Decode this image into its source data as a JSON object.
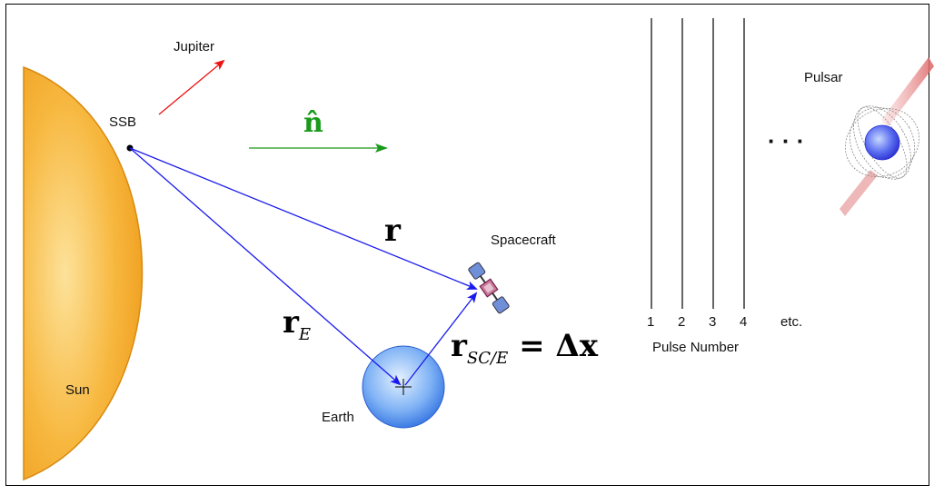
{
  "labels": {
    "jupiter": "Jupiter",
    "ssb": "SSB",
    "n_hat": "n̂",
    "r": "r",
    "r_e_main": "r",
    "r_e_sub": "E",
    "spacecraft": "Spacecraft",
    "r_sc_main": "r",
    "r_sc_sub": "SC/E",
    "r_sc_eq": " = Δx",
    "sun": "Sun",
    "earth": "Earth",
    "pulsar": "Pulsar",
    "ellipsis": "·  ·  ·",
    "pulse_numbers": [
      "1",
      "2",
      "3",
      "4"
    ],
    "pulse_etc": "etc.",
    "pulse_number_title": "Pulse Number"
  },
  "colors": {
    "sun_outer": "#f0a020",
    "sun_inner": "#fbd880",
    "earth_outer": "#3d7be8",
    "earth_inner": "#d8ecff",
    "vector_blue": "#1a1aee",
    "jupiter_red": "#ee1111",
    "n_green": "#1a9a1a",
    "pulsar_beam": "#e07a7a"
  },
  "icons": [
    "spacecraft-icon",
    "pulsar-icon",
    "crosshair-icon"
  ]
}
